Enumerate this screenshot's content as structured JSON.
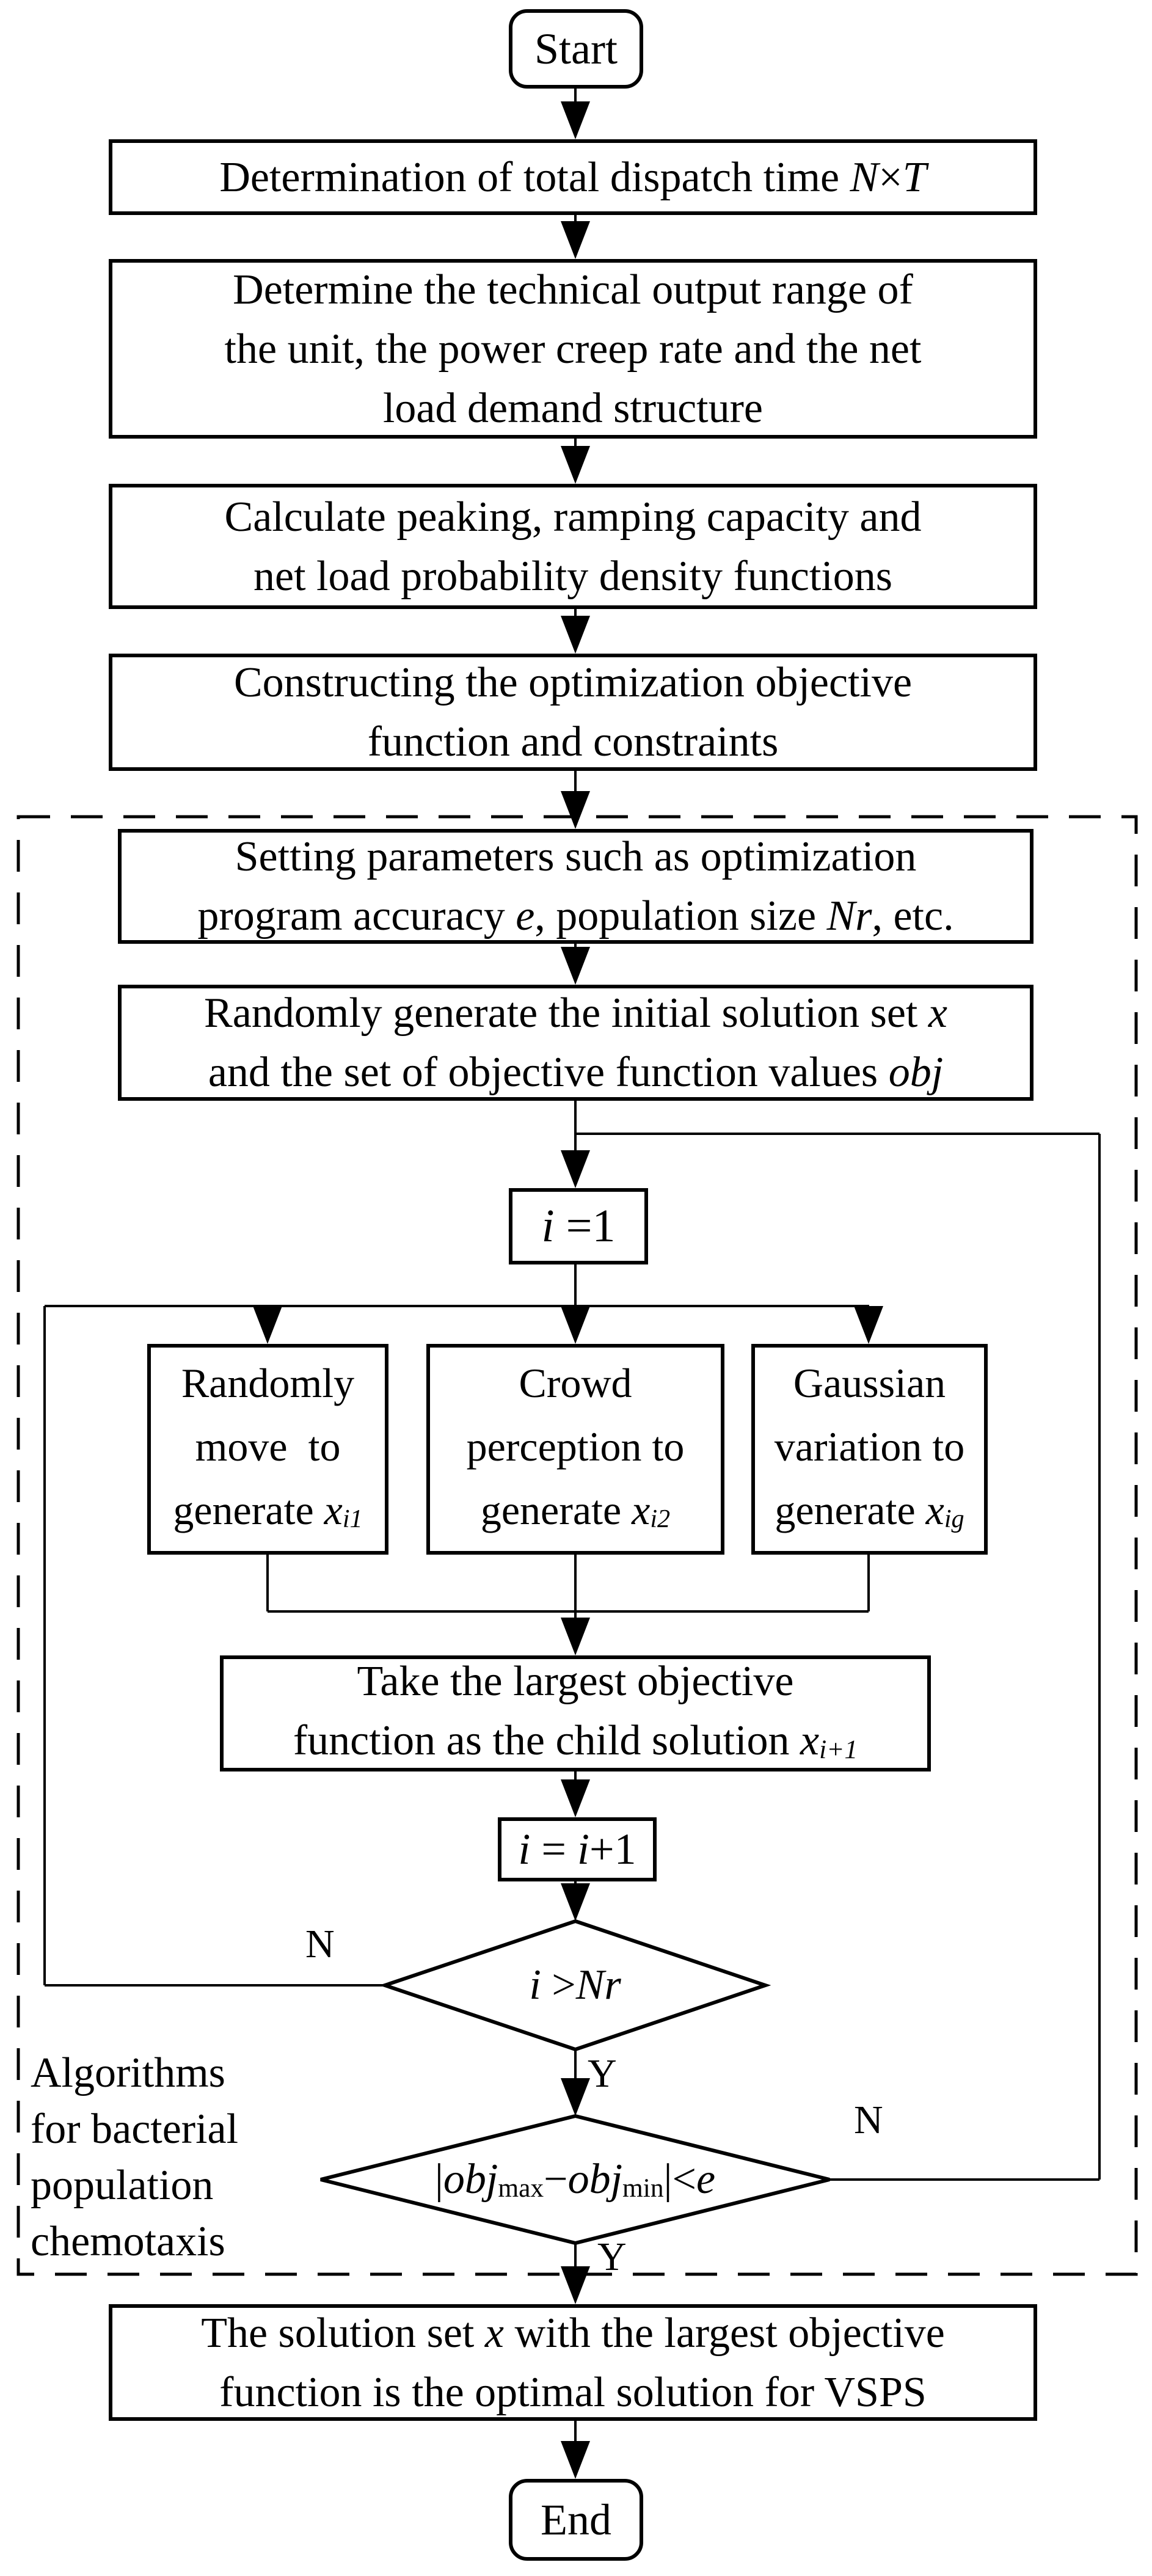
{
  "title": "Flowchart: bacterial population chemotaxis optimization for VSPS",
  "colors": {
    "background": "#ffffff",
    "line": "#000000",
    "text": "#000000"
  },
  "nodes": {
    "start": {
      "lines": [
        [
          [
            "Start",
            ""
          ]
        ]
      ]
    },
    "b1": {
      "lines": [
        [
          [
            "Determination of total dispatch time ",
            ""
          ],
          [
            "N",
            "i"
          ],
          [
            "×",
            ""
          ],
          [
            "T",
            "i"
          ]
        ]
      ]
    },
    "b2": {
      "lines": [
        [
          [
            "Determine the technical output range of",
            ""
          ]
        ],
        [
          [
            "the unit, the power creep rate and the net",
            ""
          ]
        ],
        [
          [
            "load demand structure",
            ""
          ]
        ]
      ]
    },
    "b3": {
      "lines": [
        [
          [
            "Calculate peaking, ramping capacity and",
            ""
          ]
        ],
        [
          [
            "net load probability density functions",
            ""
          ]
        ]
      ]
    },
    "b4": {
      "lines": [
        [
          [
            "Constructing the optimization objective",
            ""
          ]
        ],
        [
          [
            "function and constraints",
            ""
          ]
        ]
      ]
    },
    "b5": {
      "lines": [
        [
          [
            "Setting parameters such as optimization",
            ""
          ]
        ],
        [
          [
            "program accuracy ",
            ""
          ],
          [
            "e",
            "i"
          ],
          [
            ", population size ",
            ""
          ],
          [
            "Nr",
            "i"
          ],
          [
            ", etc.",
            ""
          ]
        ]
      ]
    },
    "b6": {
      "lines": [
        [
          [
            "Randomly generate the initial solution set ",
            ""
          ],
          [
            "x",
            "i"
          ]
        ],
        [
          [
            "and the set of objective function values ",
            ""
          ],
          [
            "obj",
            "i"
          ]
        ]
      ]
    },
    "i1": {
      "lines": [
        [
          [
            "i",
            "i"
          ],
          [
            " =1",
            ""
          ]
        ]
      ]
    },
    "p1": {
      "lines": [
        [
          [
            "Randomly",
            ""
          ]
        ],
        [
          [
            "move  to",
            ""
          ]
        ],
        [
          [
            "generate ",
            ""
          ],
          [
            "x",
            "i"
          ],
          [
            "i1",
            "isub"
          ]
        ]
      ]
    },
    "p2": {
      "lines": [
        [
          [
            "Crowd",
            ""
          ]
        ],
        [
          [
            "perception to",
            ""
          ]
        ],
        [
          [
            "generate ",
            ""
          ],
          [
            "x",
            "i"
          ],
          [
            "i2",
            "isub"
          ]
        ]
      ]
    },
    "p3": {
      "lines": [
        [
          [
            "Gaussian",
            ""
          ]
        ],
        [
          [
            "variation to",
            ""
          ]
        ],
        [
          [
            "generate ",
            ""
          ],
          [
            "x",
            "i"
          ],
          [
            "ig",
            "isub"
          ]
        ]
      ]
    },
    "take": {
      "lines": [
        [
          [
            "Take the largest objective",
            ""
          ]
        ],
        [
          [
            "function as the child solution ",
            ""
          ],
          [
            "x",
            "i"
          ],
          [
            "i+1",
            "isub"
          ]
        ]
      ]
    },
    "inc": {
      "lines": [
        [
          [
            "i",
            "i"
          ],
          [
            " = ",
            ""
          ],
          [
            "i",
            "i"
          ],
          [
            "+1",
            ""
          ]
        ]
      ]
    },
    "d1": {
      "lines": [
        [
          [
            "i",
            "i"
          ],
          [
            " >",
            ""
          ],
          [
            "Nr",
            "i"
          ]
        ]
      ]
    },
    "d2": {
      "lines": [
        [
          [
            "|",
            ""
          ],
          [
            "obj",
            "i"
          ],
          [
            "max",
            "sub"
          ],
          [
            "−",
            ""
          ],
          [
            "obj",
            "i"
          ],
          [
            "min",
            "sub"
          ],
          [
            "|<",
            ""
          ],
          [
            "e",
            "i"
          ]
        ]
      ]
    },
    "final": {
      "lines": [
        [
          [
            "The solution set ",
            ""
          ],
          [
            "x",
            "i"
          ],
          [
            " with the largest objective",
            ""
          ]
        ],
        [
          [
            "function is the optimal solution for VSPS",
            ""
          ]
        ]
      ]
    },
    "end": {
      "lines": [
        [
          [
            "End",
            ""
          ]
        ]
      ]
    }
  },
  "edge_labels": {
    "n1": "N",
    "y1": "Y",
    "n2": "N",
    "y2": "Y"
  },
  "side_label": {
    "lines": [
      "Algorithms",
      "for bacterial",
      "population",
      "chemotaxis"
    ]
  }
}
